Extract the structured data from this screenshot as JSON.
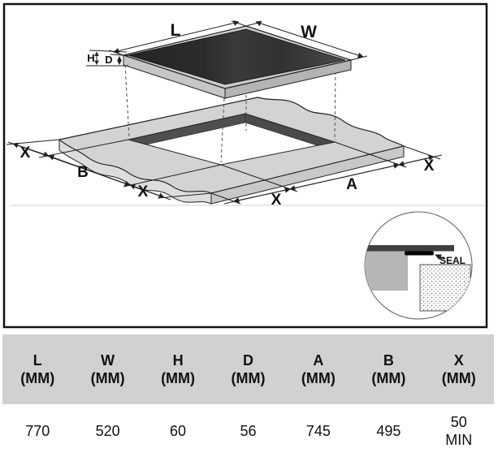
{
  "diagram": {
    "dims": {
      "l": "L",
      "w": "W",
      "h": "H",
      "d": "D",
      "a": "A",
      "b": "B",
      "x": "X"
    },
    "inset": {
      "seal": "SEAL"
    }
  },
  "table": {
    "columns": [
      {
        "letter": "L",
        "unit": "(MM)",
        "value": "770"
      },
      {
        "letter": "W",
        "unit": "(MM)",
        "value": "520"
      },
      {
        "letter": "H",
        "unit": "(MM)",
        "value": "60"
      },
      {
        "letter": "D",
        "unit": "(MM)",
        "value": "56"
      },
      {
        "letter": "A",
        "unit": "(MM)",
        "value": "745"
      },
      {
        "letter": "B",
        "unit": "(MM)",
        "value": "495"
      },
      {
        "letter": "X",
        "unit": "(MM)",
        "value": "50",
        "value_line2": "MIN"
      }
    ]
  },
  "colors": {
    "diagram_bg": "#ffffff",
    "border": "#111111",
    "glass_dark": "#2b2b2b",
    "countertop_gray": "#d4d3d1",
    "cutout_wall": "#4f4f4e",
    "table_header_bg": "#d1d1d1",
    "text": "#111111"
  }
}
